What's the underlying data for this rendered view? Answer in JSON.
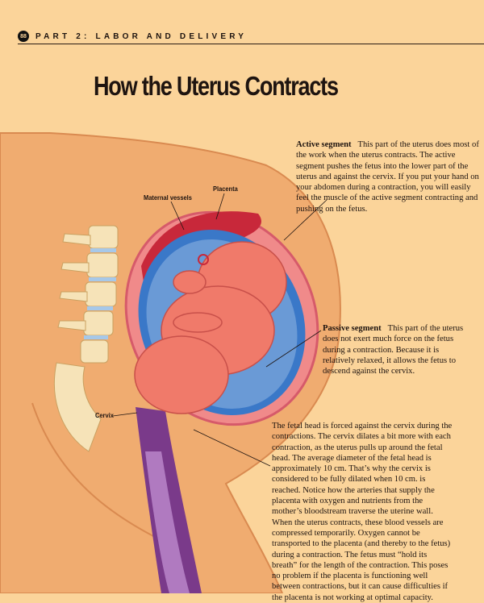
{
  "header": {
    "page_number": "88",
    "section": "PART 2: LABOR AND DELIVERY"
  },
  "title": "How the Uterus Contracts",
  "labels": {
    "maternal_vessels": "Maternal vessels",
    "placenta": "Placenta",
    "cervix": "Cervix"
  },
  "active": {
    "term": "Active segment",
    "text": "This part of the uterus does most of the work when the uterus contracts. The active segment pushes the fetus into the lower part of the uterus and against the cervix. If you put your hand on your abdomen during a contraction, you will easily feel the muscle of the active segment contracting and pushing on the fetus."
  },
  "passive": {
    "term": "Passive segment",
    "text": "This part of the uterus does not exert much force on the fetus during a contraction. Because it is relatively relaxed, it allows the fetus to descend against the cervix."
  },
  "fetal_head": {
    "text": "The fetal head is forced against the cervix during the contractions. The cervix dilates a bit more with each contraction, as the uterus pulls up around the fetal head. The average diameter of the fetal head is approximately 10 cm. That’s why the cervix is considered to be fully dilated when 10 cm. is reached. Notice how the arteries that supply the placenta with oxygen and nutrients from the mother’s bloodstream traverse the uterine wall. When the uterus contracts, these blood vessels are compressed temporarily. Oxygen cannot be transported to the placenta (and thereby to the fetus) during a contraction. The fetus must “hold its breath” for the length of the contraction. This poses no problem if the placenta is functioning well between contractions, but it can cause difficulties if the placenta is not working at optimal capacity."
  },
  "colors": {
    "page": "#fbd49a",
    "skin": "#f0ac70",
    "uterus": "#f08a8a",
    "amniotic": "#3a78c8",
    "fetus": "#f07a6a"
  }
}
